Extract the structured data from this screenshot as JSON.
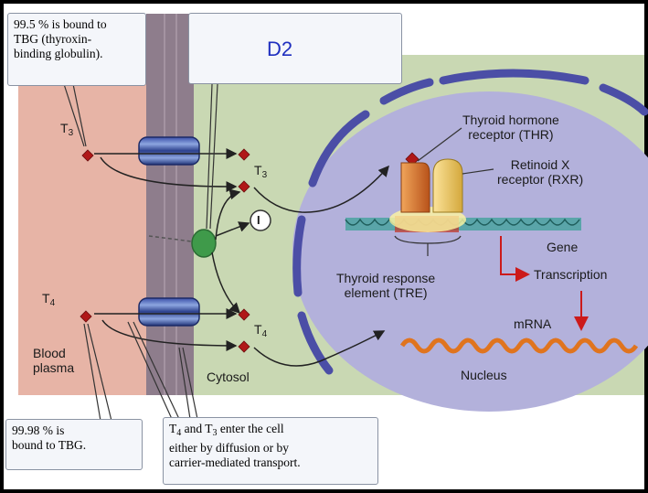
{
  "callouts": {
    "tbg_t3": [
      "99.5 % is bound to",
      "TBG (thyroxin-",
      "binding globulin)."
    ],
    "d2": "D2",
    "tbg_t4": [
      "99.98 % is",
      "bound to TBG."
    ],
    "enter_cell": [
      "enter the cell",
      "either by diffusion or by",
      "carrier-mediated transport."
    ],
    "enter_cell_prefix": {
      "t4": "T",
      "t4_sub": "4",
      "and": " and T",
      "t3_sub": "3"
    }
  },
  "labels": {
    "t3_left": "T",
    "t3_left_sub": "3",
    "t4_left": "T",
    "t4_left_sub": "4",
    "t3_right": "T",
    "t3_right_sub": "3",
    "t4_right": "T",
    "t4_right_sub": "4",
    "iodide": "I",
    "blood_plasma": [
      "Blood",
      "plasma"
    ],
    "cytosol": "Cytosol",
    "thr": [
      "Thyroid hormone",
      "receptor (THR)"
    ],
    "rxr": [
      "Retinoid X",
      "receptor (RXR)"
    ],
    "gene": "Gene",
    "transcription": "Transcription",
    "tre": [
      "Thyroid response",
      "element (TRE)"
    ],
    "mrna": "mRNA",
    "nucleus": "Nucleus"
  },
  "colors": {
    "plasma": "#e7b4a6",
    "membrane": "#8e7d8c",
    "cytosol": "#c9d8b3",
    "nucleus": "#b3b1db",
    "envelope": "#4b4ea6",
    "hormone": "#b01818",
    "transporter": "#2b3f8c",
    "d2_enzyme": "#3f9a4a",
    "thr": "#d4702a",
    "rxr": "#e6c063",
    "dna": "#4aa3a0",
    "mrna": "#e0741e",
    "arrow_red": "#cc1a1a"
  }
}
